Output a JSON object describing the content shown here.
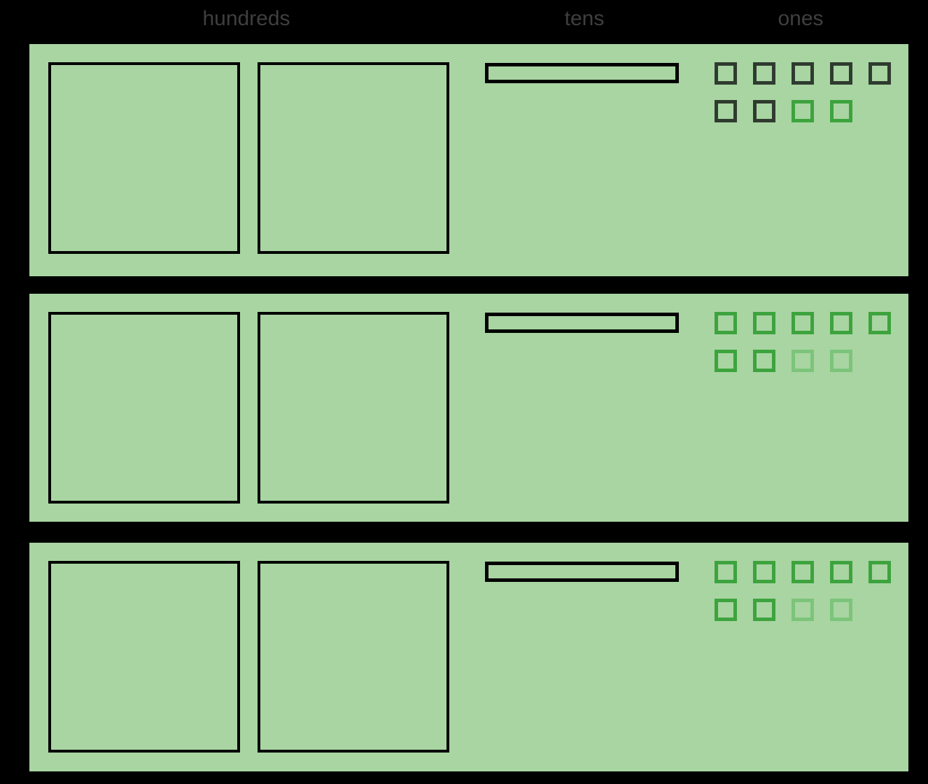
{
  "header": {
    "labels": [
      {
        "text": "hundreds"
      },
      {
        "text": "tens"
      },
      {
        "text": "ones"
      }
    ]
  },
  "place_value_chart": {
    "rows_count": 3,
    "hundreds_per_row": 2,
    "tens_per_row": 1,
    "ones_per_row": 9,
    "ones_layout": {
      "top_row_count": 5,
      "bottom_row_count": 4
    },
    "rows": [
      {
        "ones_states": [
          "dark",
          "dark",
          "dark",
          "dark",
          "dark",
          "dark",
          "dark",
          "green",
          "green"
        ]
      },
      {
        "ones_states": [
          "green",
          "green",
          "green",
          "green",
          "green",
          "green",
          "green",
          "faded",
          "faded"
        ]
      },
      {
        "ones_states": [
          "green",
          "green",
          "green",
          "green",
          "green",
          "green",
          "green",
          "faded",
          "faded"
        ]
      }
    ]
  },
  "colors": {
    "page_background": "#000000",
    "header_text": "#3f3f3f",
    "panel_green": "#a8d5a2",
    "outline_black": "#000000",
    "ones_dark": "#2f3b2f",
    "ones_green": "#3da33d",
    "ones_faded": "#7cc47a"
  }
}
